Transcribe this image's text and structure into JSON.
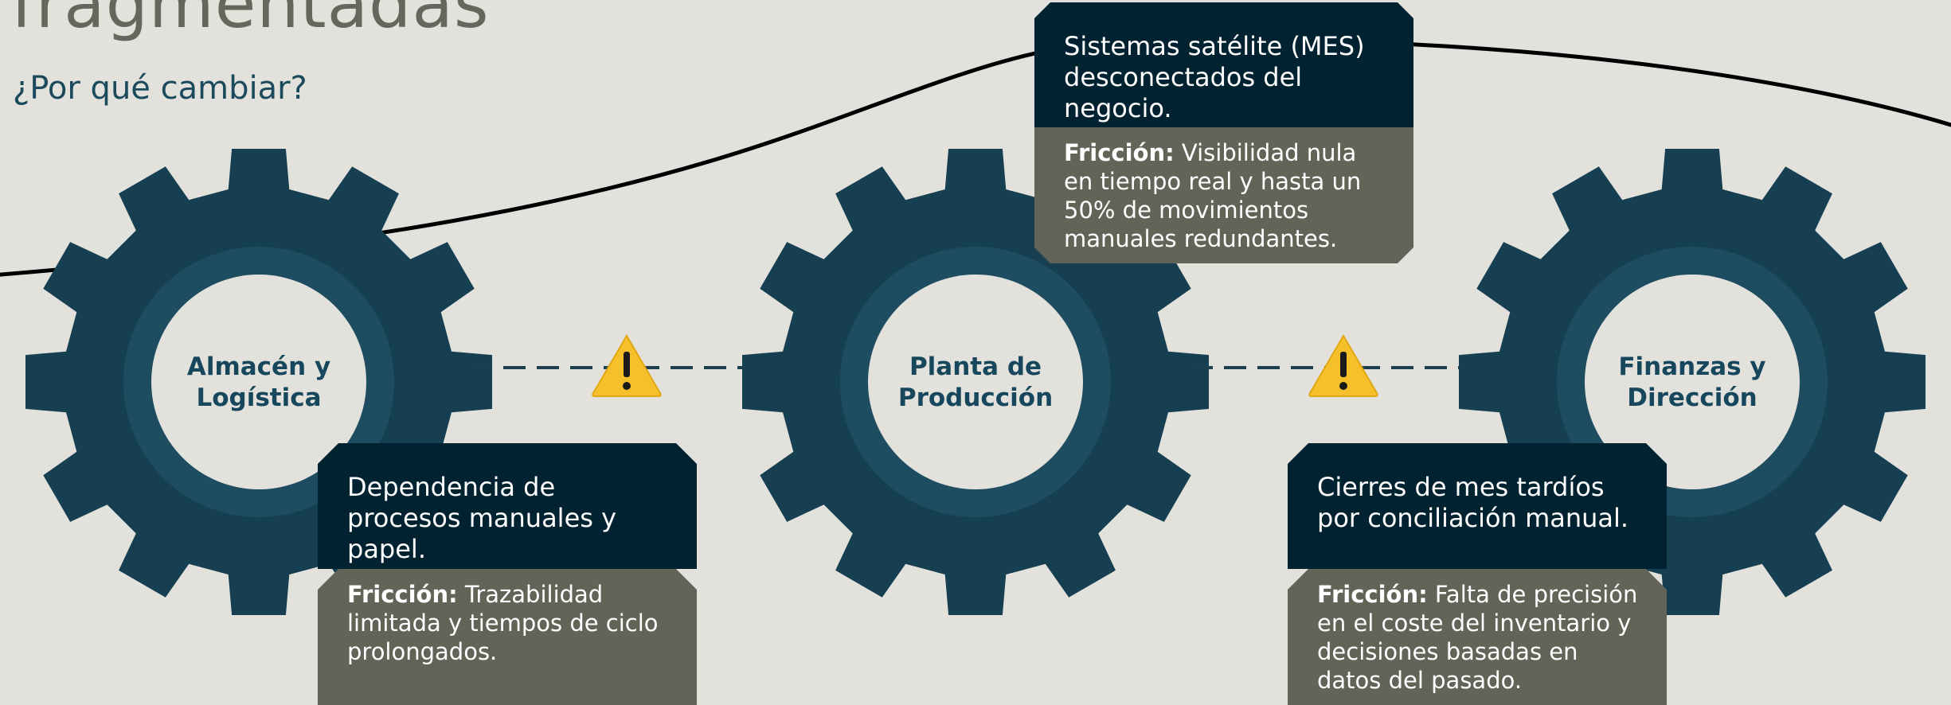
{
  "header": {
    "title": "fragmentadas",
    "subtitle": "¿Por qué cambiar?"
  },
  "colors": {
    "background": "#e3e1db",
    "gear": "#163f52",
    "callout_dark": "#012230",
    "callout_gray": "#636458",
    "warning": "#f6c02a"
  },
  "gears": [
    {
      "label": "Almacén y Logística"
    },
    {
      "label": "Planta de Producción"
    },
    {
      "label": "Finanzas y Dirección"
    }
  ],
  "callouts": [
    {
      "problem": "Dependencia de procesos manuales y papel.",
      "friction_label": "Fricción:",
      "friction_text": "Trazabilidad limitada y tiempos de ciclo prolongados."
    },
    {
      "problem": "Sistemas satélite (MES) desconectados del negocio.",
      "friction_label": "Fricción:",
      "friction_text": "Visibilidad nula en tiempo real y hasta un 50% de movimientos manuales redundantes."
    },
    {
      "problem": "Cierres de mes tardíos por conciliación manual.",
      "friction_label": "Fricción:",
      "friction_text": "Falta de precisión en el coste del inventario y decisiones basadas en datos del pasado."
    }
  ],
  "warnings": [
    {
      "icon": "warning-triangle-icon"
    },
    {
      "icon": "warning-triangle-icon"
    }
  ]
}
